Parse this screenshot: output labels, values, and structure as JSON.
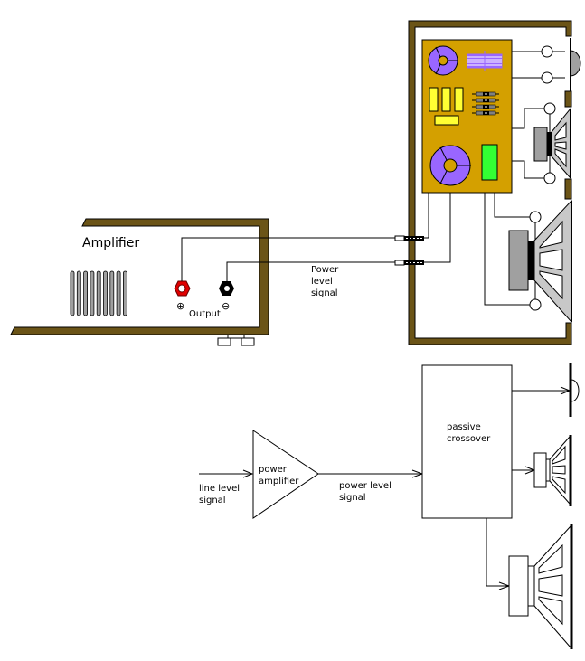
{
  "colors": {
    "cabinet": "#6b5417",
    "board": "#d4a000",
    "inductor": "#9966ff",
    "capacitor": "#ffff33",
    "green_component": "#33ff33",
    "speaker_grey": "#a0a0a0",
    "speaker_light": "#c8c8c8",
    "terminal_red": "#e00000",
    "terminal_black": "#000000"
  },
  "top_diagram": {
    "amplifier_label": "Amplifier",
    "output_label": "Output",
    "plus_symbol": "⊕",
    "minus_symbol": "⊖",
    "cable_label_lines": [
      "Power",
      "level",
      "signal"
    ]
  },
  "bottom_diagram": {
    "input_label_lines": [
      "line level",
      "signal"
    ],
    "amp_label_lines": [
      "power",
      "amplifier"
    ],
    "amp_output_label_lines": [
      "power level",
      "signal"
    ],
    "crossover_label_lines": [
      "passive",
      "crossover"
    ]
  }
}
